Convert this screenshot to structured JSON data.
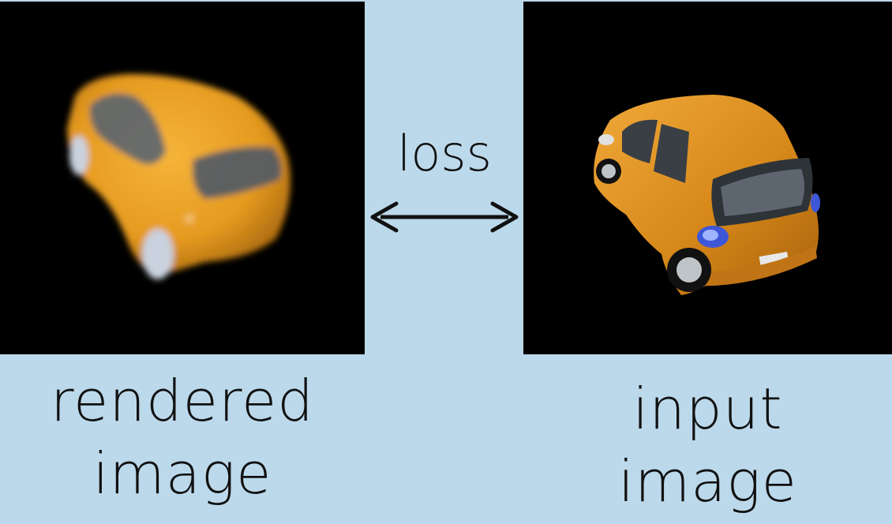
{
  "loss_label": "loss",
  "left_caption": {
    "line1": "rendered",
    "line2": "image"
  },
  "right_caption": {
    "line1": "input",
    "line2": "image"
  },
  "colors": {
    "background": "#bcd9eb",
    "car_body": "#e59a1f",
    "panel": "#000000"
  },
  "icons": {
    "arrow": "double-arrow-icon"
  }
}
